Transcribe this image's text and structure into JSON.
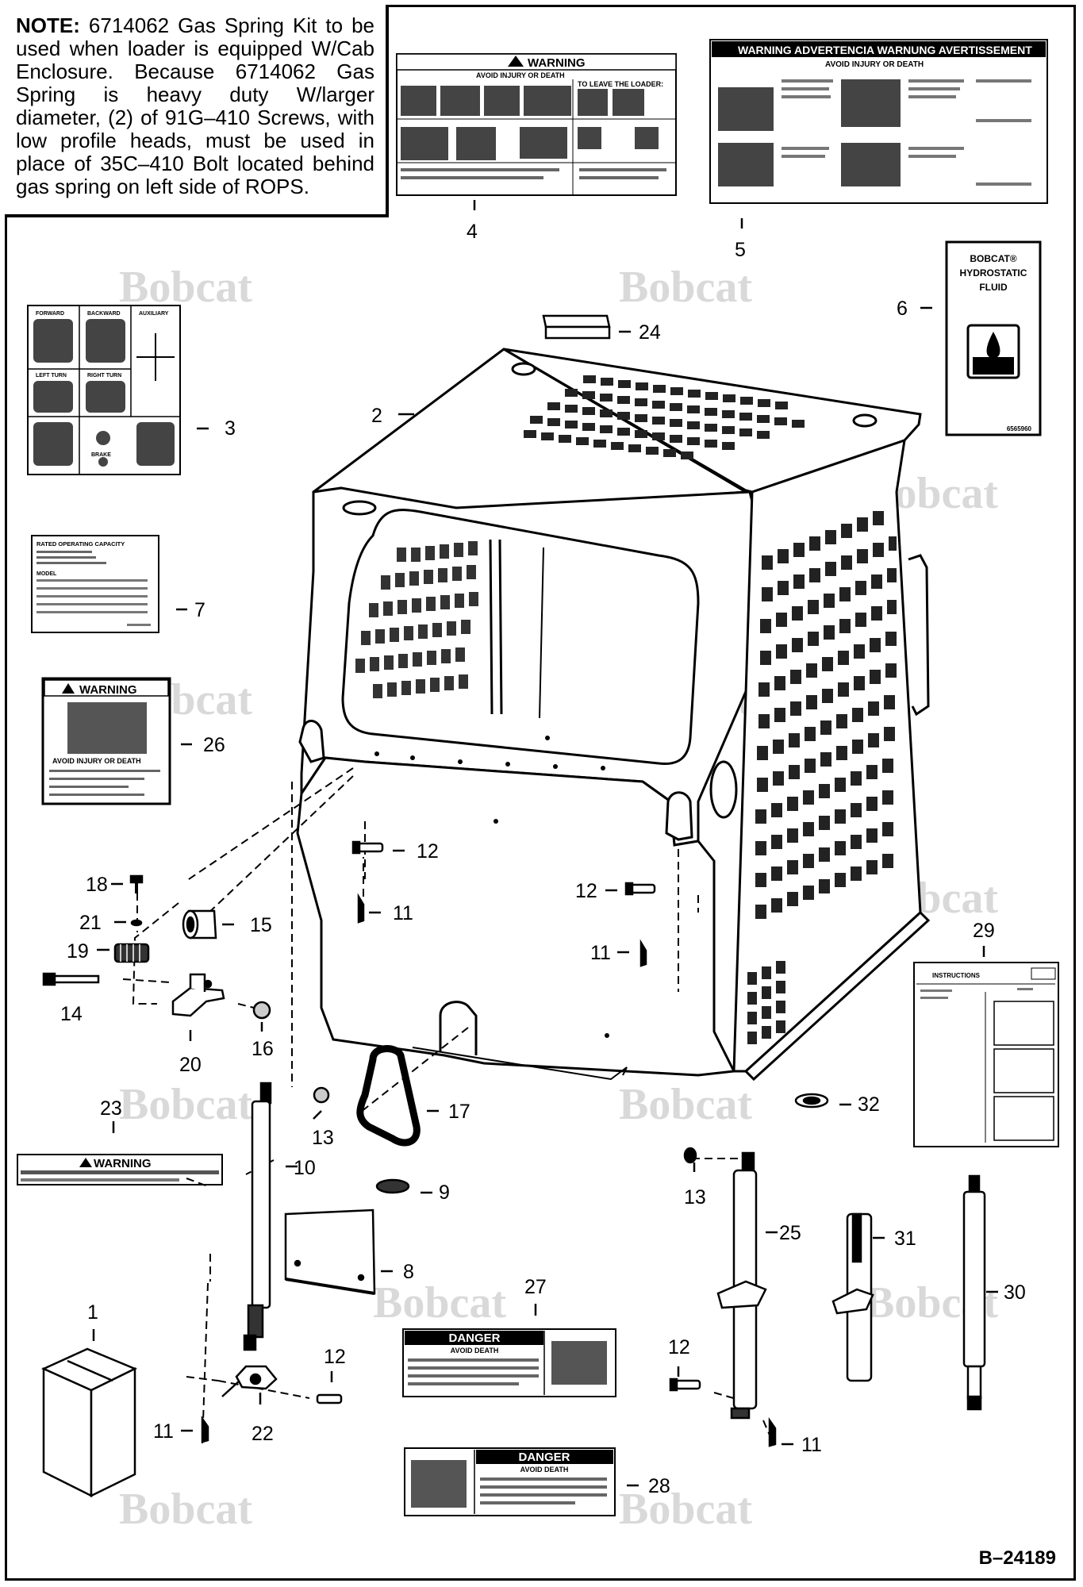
{
  "note": {
    "lead": "NOTE:",
    "text": "6714062 Gas Spring Kit to be used when loader is equipped W/Cab Enclosure. Because 6714062 Gas Spring is heavy duty W/larger diameter, (2) of 91G–410 Screws, with low profile heads, must be used in place of 35C–410 Bolt located behind gas spring on left side of ROPS."
  },
  "figure_id": "B–24189",
  "watermark": "Bobcat",
  "callouts": {
    "c1": "1",
    "c2": "2",
    "c3": "3",
    "c4": "4",
    "c5": "5",
    "c6": "6",
    "c7": "7",
    "c8": "8",
    "c9": "9",
    "c10": "10",
    "c11": "11",
    "c12": "12",
    "c13": "13",
    "c14": "14",
    "c15": "15",
    "c16": "16",
    "c17": "17",
    "c18": "18",
    "c19": "19",
    "c20": "20",
    "c21": "21",
    "c22": "22",
    "c23": "23",
    "c24": "24",
    "c25": "25",
    "c26": "26",
    "c27": "27",
    "c28": "28",
    "c29": "29",
    "c30": "30",
    "c31": "31",
    "c32": "32"
  },
  "decals": {
    "warning_main": "WARNING",
    "warning_sub": "AVOID INJURY OR DEATH",
    "warning_leave": "TO LEAVE THE LOADER:",
    "multilang": "WARNING ADVERTENCIA WARNUNG AVERTISSEMENT",
    "multilang_sub": "AVOID INJURY OR DEATH",
    "fluid_brand": "BOBCAT®",
    "fluid_l1": "HYDROSTATIC",
    "fluid_l2": "FLUID",
    "fluid_code": "6565960",
    "roc_title": "RATED OPERATING CAPACITY",
    "roc_model": "MODEL",
    "warn26": "WARNING",
    "warn26_sub": "AVOID INJURY OR DEATH",
    "warn23": "WARNING",
    "danger27": "DANGER",
    "danger27_sub": "AVOID DEATH",
    "danger28": "DANGER",
    "danger28_sub": "AVOID DEATH",
    "instr29": "INSTRUCTIONS",
    "ctrl_forward": "FORWARD",
    "ctrl_backward": "BACKWARD",
    "ctrl_auxiliary": "AUXILIARY",
    "ctrl_left": "LEFT TURN",
    "ctrl_right": "RIGHT TURN",
    "ctrl_brake": "BRAKE"
  }
}
